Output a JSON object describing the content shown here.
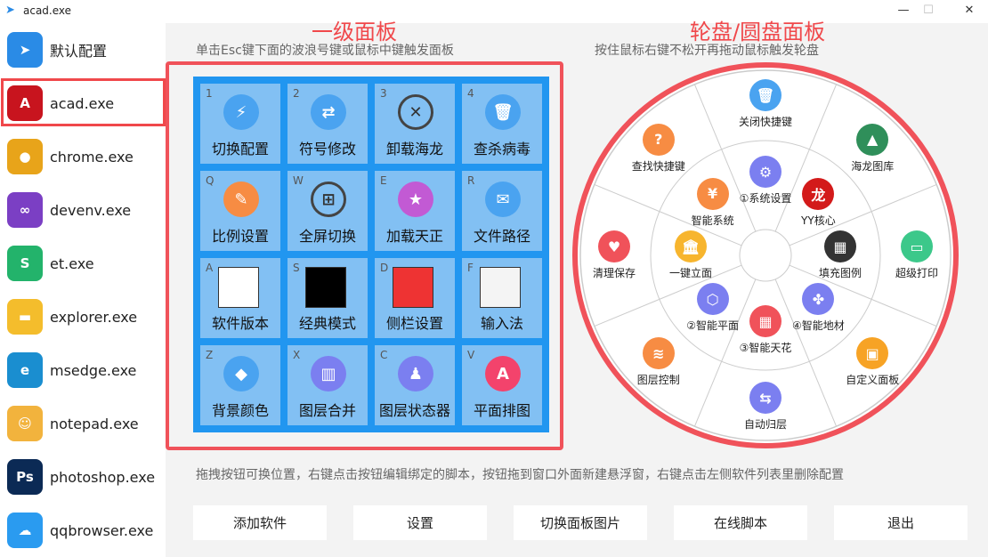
{
  "window": {
    "title": "acad.exe",
    "min": "—",
    "max": "☐",
    "close": "✕"
  },
  "sidebar": {
    "items": [
      {
        "label": "默认配置",
        "icon": "paper-plane-icon",
        "color": "#2a8be6",
        "glyph": "➤"
      },
      {
        "label": "acad.exe",
        "icon": "autocad-icon",
        "color": "#c8141e",
        "glyph": "A"
      },
      {
        "label": "chrome.exe",
        "icon": "chrome-icon",
        "color": "#e8a41a",
        "glyph": "●"
      },
      {
        "label": "devenv.exe",
        "icon": "visual-studio-icon",
        "color": "#7b3fc4",
        "glyph": "∞"
      },
      {
        "label": "et.exe",
        "icon": "wps-sheet-icon",
        "color": "#23b36b",
        "glyph": "S"
      },
      {
        "label": "explorer.exe",
        "icon": "folder-icon",
        "color": "#f4bd2c",
        "glyph": "▬"
      },
      {
        "label": "msedge.exe",
        "icon": "edge-icon",
        "color": "#1a8ed0",
        "glyph": "e"
      },
      {
        "label": "notepad.exe",
        "icon": "cat-icon",
        "color": "#f2b33d",
        "glyph": "☺"
      },
      {
        "label": "photoshop.exe",
        "icon": "photoshop-icon",
        "color": "#0b2a55",
        "glyph": "Ps"
      },
      {
        "label": "qqbrowser.exe",
        "icon": "qqbrowser-icon",
        "color": "#2a9bf0",
        "glyph": "☁"
      }
    ]
  },
  "panel": {
    "title": "一级面板",
    "subtitle": "单击Esc键下面的波浪号键或鼠标中键触发面板",
    "cells": [
      {
        "key": "1",
        "label": "切换配置",
        "icon": "charger-icon",
        "color": "#4aa3f0",
        "glyph": "⚡"
      },
      {
        "key": "2",
        "label": "符号修改",
        "icon": "swap-icon",
        "color": "#4aa3f0",
        "glyph": "⇄"
      },
      {
        "key": "3",
        "label": "卸载海龙",
        "icon": "close-circle-icon",
        "color": "transparent",
        "glyph": "✕"
      },
      {
        "key": "4",
        "label": "查杀病毒",
        "icon": "trash-icon",
        "color": "#4aa3f0",
        "glyph": "🗑"
      },
      {
        "key": "Q",
        "label": "比例设置",
        "icon": "edit-icon",
        "color": "#f78c43",
        "glyph": "✎"
      },
      {
        "key": "W",
        "label": "全屏切换",
        "icon": "crop-add-icon",
        "color": "transparent",
        "glyph": "⊞"
      },
      {
        "key": "E",
        "label": "加载天正",
        "icon": "star-icon",
        "color": "#c25ad4",
        "glyph": "★"
      },
      {
        "key": "R",
        "label": "文件路径",
        "icon": "envelope-icon",
        "color": "#4aa3f0",
        "glyph": "✉"
      },
      {
        "key": "A",
        "label": "软件版本",
        "icon": "version-thumbnail",
        "thumb": "#fff"
      },
      {
        "key": "S",
        "label": "经典模式",
        "icon": "classic-thumbnail",
        "thumb": "#000"
      },
      {
        "key": "D",
        "label": "侧栏设置",
        "icon": "sidebar-thumbnail",
        "thumb": "#e33"
      },
      {
        "key": "F",
        "label": "输入法",
        "icon": "ime-thumbnail",
        "thumb": "#f4f4f4"
      },
      {
        "key": "Z",
        "label": "背景颜色",
        "icon": "paint-icon",
        "color": "#4aa3f0",
        "glyph": "◆"
      },
      {
        "key": "X",
        "label": "图层合并",
        "icon": "books-icon",
        "color": "#7b7ff0",
        "glyph": "▥"
      },
      {
        "key": "C",
        "label": "图层状态器",
        "icon": "stamp-icon",
        "color": "#7b7ff0",
        "glyph": "♟"
      },
      {
        "key": "V",
        "label": "平面排图",
        "icon": "letter-a-icon",
        "color": "#f3436c",
        "glyph": "A"
      }
    ]
  },
  "wheel": {
    "title": "轮盘/圆盘面板",
    "subtitle": "按住鼠标右键不松开再拖动鼠标触发轮盘",
    "outer": [
      {
        "label": "关闭快捷键",
        "icon": "trash-icon",
        "color": "#4aa3f0",
        "glyph": "🗑"
      },
      {
        "label": "海龙图库",
        "icon": "image-icon",
        "color": "#2f8f5a",
        "glyph": "▲"
      },
      {
        "label": "超级打印",
        "icon": "wallet-icon",
        "color": "#3cc88a",
        "glyph": "▭"
      },
      {
        "label": "自定义面板",
        "icon": "toolbox-icon",
        "color": "#f7a325",
        "glyph": "▣"
      },
      {
        "label": "自动归层",
        "icon": "sync-icon",
        "color": "#7b7ff0",
        "glyph": "⇆"
      },
      {
        "label": "图层控制",
        "icon": "layers-icon",
        "color": "#f78c43",
        "glyph": "≋"
      },
      {
        "label": "清理保存",
        "icon": "heartbeat-icon",
        "color": "#f0525a",
        "glyph": "♥"
      },
      {
        "label": "查找快捷键",
        "icon": "question-icon",
        "color": "#f78c43",
        "glyph": "?"
      }
    ],
    "inner": [
      {
        "label": "①系统设置",
        "icon": "gear-icon",
        "color": "#7b7ff0",
        "glyph": "⚙"
      },
      {
        "label": "YY核心",
        "icon": "dragon-icon",
        "color": "#d31a1a",
        "glyph": "龙"
      },
      {
        "label": "填充图例",
        "icon": "brick-icon",
        "color": "#333",
        "glyph": "▦"
      },
      {
        "label": "④智能地材",
        "icon": "clover-icon",
        "color": "#7b7ff0",
        "glyph": "✤"
      },
      {
        "label": "③智能天花",
        "icon": "grid-icon",
        "color": "#f0525a",
        "glyph": "▦"
      },
      {
        "label": "②智能平面",
        "icon": "cube-icon",
        "color": "#7b7ff0",
        "glyph": "⬡"
      },
      {
        "label": "一键立面",
        "icon": "bank-icon",
        "color": "#f7b52e",
        "glyph": "🏛"
      },
      {
        "label": "智能系统",
        "icon": "inbox-icon",
        "color": "#f78c43",
        "glyph": "¥"
      }
    ]
  },
  "hint": "拖拽按钮可换位置，右键点击按钮编辑绑定的脚本，按钮拖到窗口外面新建悬浮窗，右键点击左侧软件列表里删除配置",
  "buttons": [
    "添加软件",
    "设置",
    "切换面板图片",
    "在线脚本",
    "退出"
  ],
  "colors": {
    "accent": "#f0484b",
    "panel_blue": "#2196f0",
    "cell_blue": "#82c0f3"
  }
}
